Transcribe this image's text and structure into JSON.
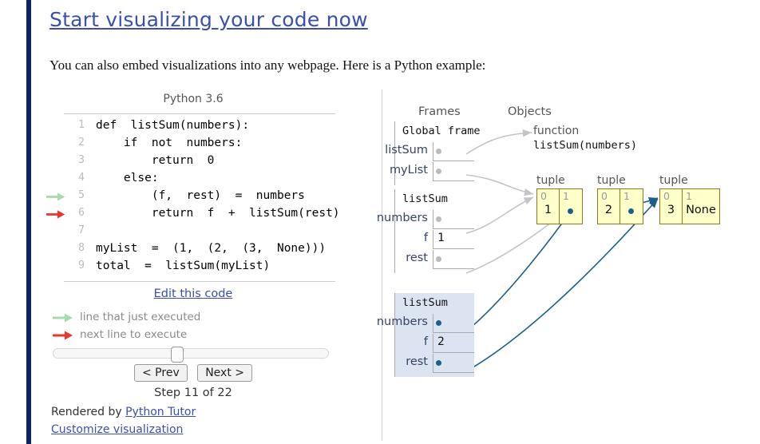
{
  "page": {
    "heading": "Start visualizing your code now",
    "intro": "You can also embed visualizations into any webpage. Here is a Python example:"
  },
  "code_pane": {
    "language_label": "Python 3.6",
    "edit_link": "Edit this code",
    "lines": [
      {
        "num": "1",
        "text": "def  listSum(numbers):",
        "marker": "none"
      },
      {
        "num": "2",
        "text": "    if  not  numbers:",
        "marker": "none"
      },
      {
        "num": "3",
        "text": "        return  0",
        "marker": "none"
      },
      {
        "num": "4",
        "text": "    else:",
        "marker": "none"
      },
      {
        "num": "5",
        "text": "        (f,  rest)  =  numbers",
        "marker": "green"
      },
      {
        "num": "6",
        "text": "        return  f  +  listSum(rest)",
        "marker": "red"
      },
      {
        "num": "7",
        "text": "",
        "marker": "none"
      },
      {
        "num": "8",
        "text": "myList  =  (1,  (2,  (3,  None)))",
        "marker": "none"
      },
      {
        "num": "9",
        "text": "total  =  listSum(myList)",
        "marker": "none"
      }
    ],
    "legend": [
      {
        "icon": "green-arrow-icon",
        "label": "line that just executed"
      },
      {
        "icon": "red-arrow-icon",
        "label": "next line to execute"
      }
    ],
    "controls": {
      "prev_label": "< Prev",
      "next_label": "Next >",
      "step_label": "Step 11 of 22",
      "slider_percent": 45
    },
    "footer": {
      "rendered_by_prefix": "Rendered by ",
      "rendered_by_link": "Python Tutor",
      "customize_link": "Customize visualization"
    }
  },
  "heap_pane": {
    "frames_header": "Frames",
    "objects_header": "Objects",
    "frames": [
      {
        "title": "Global frame",
        "active": false,
        "vars": [
          {
            "name": "listSum",
            "kind": "pointer",
            "value": ""
          },
          {
            "name": "myList",
            "kind": "pointer",
            "value": ""
          }
        ]
      },
      {
        "title": "listSum",
        "active": false,
        "vars": [
          {
            "name": "numbers",
            "kind": "pointer",
            "value": ""
          },
          {
            "name": "f",
            "kind": "value",
            "value": "1"
          },
          {
            "name": "rest",
            "kind": "pointer",
            "value": ""
          }
        ]
      },
      {
        "title": "listSum",
        "active": true,
        "vars": [
          {
            "name": "numbers",
            "kind": "pointer",
            "value": ""
          },
          {
            "name": "f",
            "kind": "value",
            "value": "2"
          },
          {
            "name": "rest",
            "kind": "pointer",
            "value": ""
          }
        ]
      }
    ],
    "objects": {
      "function": {
        "type_label": "function",
        "signature": "listSum(numbers)"
      },
      "tuples": [
        {
          "type_label": "tuple",
          "indices": [
            "0",
            "1"
          ],
          "values": [
            "1",
            ""
          ]
        },
        {
          "type_label": "tuple",
          "indices": [
            "0",
            "1"
          ],
          "values": [
            "2",
            ""
          ]
        },
        {
          "type_label": "tuple",
          "indices": [
            "0",
            "1"
          ],
          "values": [
            "3",
            "None"
          ]
        }
      ]
    }
  },
  "colors": {
    "link": "#3b4fb0",
    "left_rule": "#0c2368",
    "active_frame_bg": "#dde4f1",
    "tuple_fill": "#ffffc9",
    "tuple_border": "#8a7a20",
    "blue_pointer": "#1d5f8a",
    "gray_pointer": "#bbbbbb",
    "green_arrow": "#a8dab0",
    "red_arrow": "#e8372b"
  }
}
